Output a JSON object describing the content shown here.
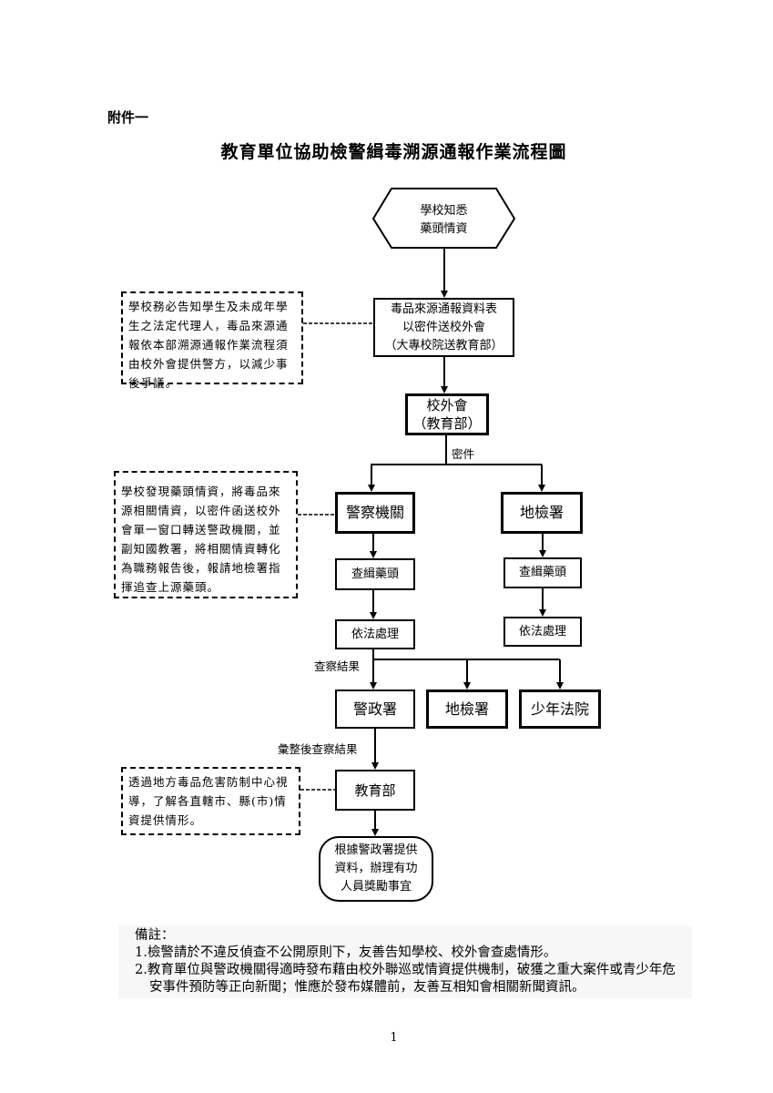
{
  "attachment_label": "附件一",
  "title": "教育單位協助檢警緝毒溯源通報作業流程圖",
  "nodes": {
    "start": [
      "學校知悉",
      "藥頭情資"
    ],
    "report_form": [
      "毒品來源通報資料表",
      "以密件送校外會",
      "（大專校院送教育部）"
    ],
    "office": [
      "校外會",
      "（教育部）"
    ],
    "police": "警察機關",
    "prosecutor": "地檢署",
    "police_investigate": "查緝藥頭",
    "prosecutor_investigate": "查緝藥頭",
    "police_legal": "依法處理",
    "prosecutor_legal": "依法處理",
    "npa": "警政署",
    "prosecutor_result": "地檢署",
    "juvenile_court": "少年法院",
    "moe": "教育部",
    "end": [
      "根據警政署提供",
      "資料，辦理有功",
      "人員獎勵事宜"
    ]
  },
  "edge_labels": {
    "confidential": "密件",
    "results": "查察結果",
    "compiled_results": "彙整後查察結果"
  },
  "notes_boxes": {
    "note1": "學校務必告知學生及未成年學生之法定代理人，毒品來源通報依本部溯源通報作業流程須由校外會提供警方，以減少事後爭議。",
    "note2": "學校發現藥頭情資，將毒品來源相關情資，以密件函送校外會單一窗口轉送警政機關，並副知國教署，將相關情資轉化為職務報告後，報請地檢署指揮追查上源藥頭。",
    "note3": "透過地方毒品危害防制中心視導，了解各直轄市、縣(市)情資提供情形。"
  },
  "remarks": {
    "heading": "備註：",
    "items": [
      "1.檢警請於不違反偵查不公開原則下，友善告知學校、校外會查處情形。",
      "2.教育單位與警政機關得適時發布藉由校外聯巡或情資提供機制，破獲之重大案件或青少年危安事件預防等正向新聞；惟應於發布媒體前，友善互相知會相關新聞資訊。"
    ]
  },
  "page_number": "1"
}
